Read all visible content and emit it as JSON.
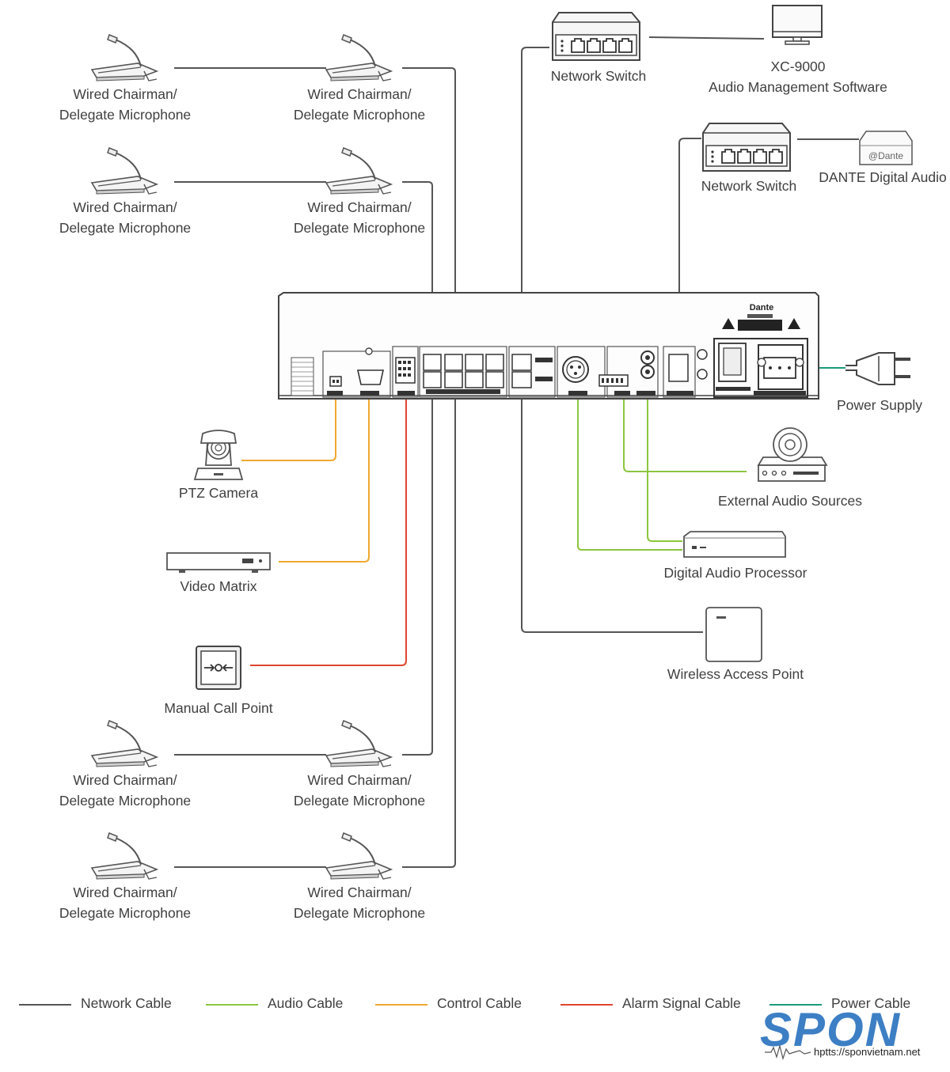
{
  "devices": {
    "mic_tl1": {
      "line1": "Wired Chairman/",
      "line2": "Delegate Microphone"
    },
    "mic_tr1": {
      "line1": "Wired Chairman/",
      "line2": "Delegate Microphone"
    },
    "mic_tl2": {
      "line1": "Wired Chairman/",
      "line2": "Delegate Microphone"
    },
    "mic_tr2": {
      "line1": "Wired Chairman/",
      "line2": "Delegate Microphone"
    },
    "mic_bl1": {
      "line1": "Wired Chairman/",
      "line2": "Delegate Microphone"
    },
    "mic_br1": {
      "line1": "Wired Chairman/",
      "line2": "Delegate Microphone"
    },
    "mic_bl2": {
      "line1": "Wired Chairman/",
      "line2": "Delegate Microphone"
    },
    "mic_br2": {
      "line1": "Wired Chairman/",
      "line2": "Delegate Microphone"
    },
    "network_switch_1": "Network Switch",
    "network_switch_2": "Network Switch",
    "xc9000": {
      "line1": "XC-9000",
      "line2": "Audio Management Software"
    },
    "dante": "DANTE Digital Audio",
    "dante_box_logo": "@Dante",
    "power_supply": "Power Supply",
    "ptz_camera": "PTZ Camera",
    "video_matrix": "Video Matrix",
    "manual_call_point": "Manual Call Point",
    "external_audio": "External Audio Sources",
    "digital_audio_processor": "Digital Audio Processor",
    "wireless_ap": "Wireless Access Point",
    "host_brand": "Dante"
  },
  "legend": [
    {
      "label": "Network Cable",
      "color": "#555555"
    },
    {
      "label": "Audio Cable",
      "color": "#8cc63f"
    },
    {
      "label": "Control Cable",
      "color": "#f0a830"
    },
    {
      "label": "Alarm Signal Cable",
      "color": "#e0452f"
    },
    {
      "label": "Power Cable",
      "color": "#1a9a7a"
    }
  ],
  "colors": {
    "network": "#555555",
    "audio": "#8cc63f",
    "control": "#f0a830",
    "alarm": "#e0452f",
    "power": "#1a9a7a",
    "brand": "#3d7fc4"
  },
  "brand": {
    "name": "SPON",
    "url": "hptts://sponvietnam.net"
  }
}
